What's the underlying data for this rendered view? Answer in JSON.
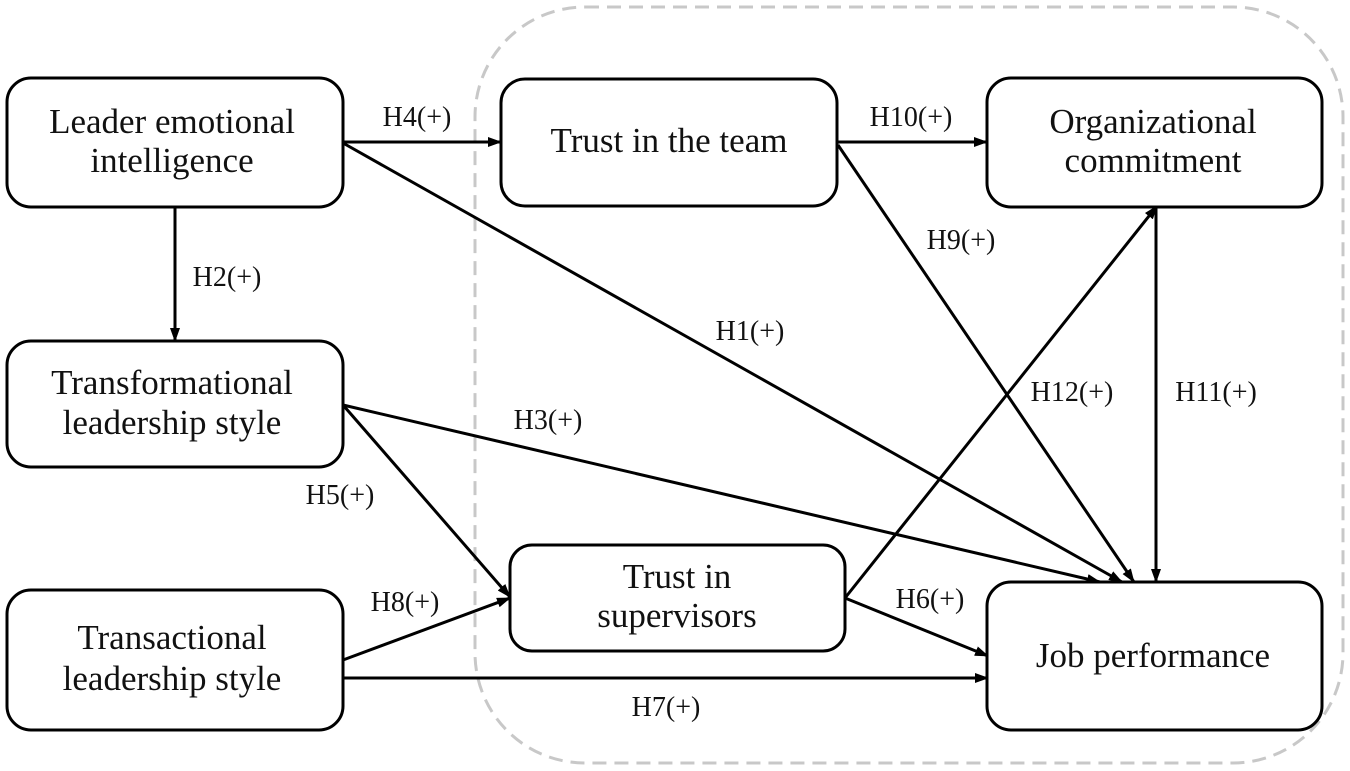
{
  "nodes": {
    "leader_ei": {
      "lines": [
        "Leader emotional",
        "intelligence"
      ]
    },
    "transformational": {
      "lines": [
        "Transformational",
        "leadership style"
      ]
    },
    "transactional": {
      "lines": [
        "Transactional",
        "leadership style"
      ]
    },
    "trust_team": {
      "lines": [
        "Trust in the team"
      ]
    },
    "trust_supervisors": {
      "lines": [
        "Trust in",
        "supervisors"
      ]
    },
    "org_commitment": {
      "lines": [
        "Organizational",
        "commitment"
      ]
    },
    "job_performance": {
      "lines": [
        "Job performance"
      ]
    }
  },
  "edges": [
    {
      "id": "h1",
      "from": "leader_ei",
      "to": "job_performance",
      "label": "H1(+)"
    },
    {
      "id": "h2",
      "from": "leader_ei",
      "to": "transformational",
      "label": "H2(+)"
    },
    {
      "id": "h3",
      "from": "transformational",
      "to": "job_performance",
      "label": "H3(+)"
    },
    {
      "id": "h4",
      "from": "leader_ei",
      "to": "trust_team",
      "label": "H4(+)"
    },
    {
      "id": "h5",
      "from": "transformational",
      "to": "trust_supervisors",
      "label": "H5(+)"
    },
    {
      "id": "h6",
      "from": "trust_supervisors",
      "to": "job_performance",
      "label": "H6(+)"
    },
    {
      "id": "h7",
      "from": "transactional",
      "to": "job_performance",
      "label": "H7(+)"
    },
    {
      "id": "h8",
      "from": "transactional",
      "to": "trust_supervisors",
      "label": "H8(+)"
    },
    {
      "id": "h9",
      "from": "trust_team",
      "to": "job_performance",
      "label": "H9(+)"
    },
    {
      "id": "h10",
      "from": "trust_team",
      "to": "org_commitment",
      "label": "H10(+)"
    },
    {
      "id": "h11",
      "from": "org_commitment",
      "to": "job_performance",
      "label": "H11(+)"
    },
    {
      "id": "h12",
      "from": "trust_supervisors",
      "to": "org_commitment",
      "label": "H12(+)"
    }
  ]
}
